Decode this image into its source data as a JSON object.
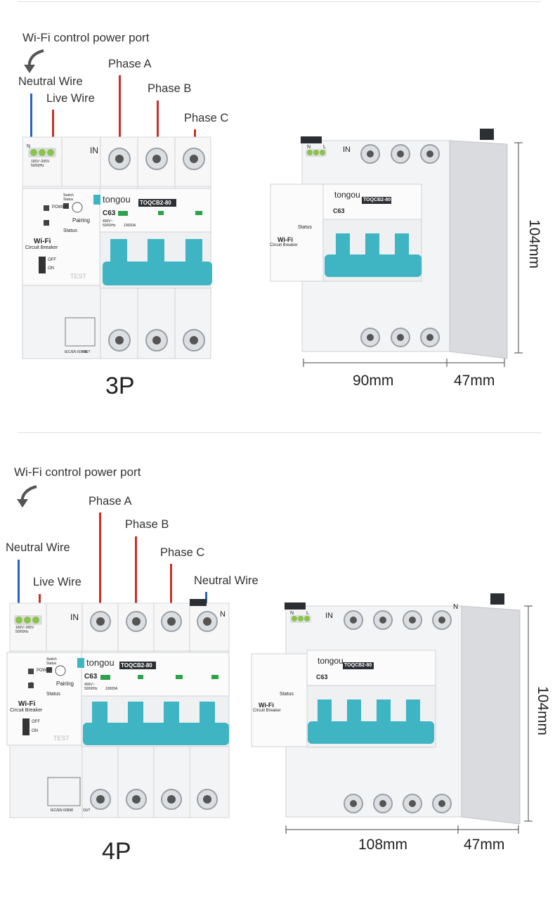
{
  "panel_3p": {
    "port_label": "Wi-Fi control power port",
    "neutral_label": "Neutral Wire",
    "live_label": "Live Wire",
    "phase_a": "Phase A",
    "phase_b": "Phase B",
    "phase_c": "Phase C",
    "title": "3P",
    "width": "90mm",
    "depth": "47mm",
    "height": "104mm"
  },
  "panel_4p": {
    "port_label": "Wi-Fi control power port",
    "neutral_label": "Neutral Wire",
    "live_label": "Live Wire",
    "phase_a": "Phase A",
    "phase_b": "Phase B",
    "phase_c": "Phase C",
    "neutral_label_right": "Neutral Wire",
    "title": "4P",
    "width": "108mm",
    "depth": "47mm",
    "height": "104mm"
  },
  "device": {
    "brand": "tongou",
    "model": "TOQCB2-80",
    "rating": "C63",
    "power": "POWER",
    "switch_status": "Switch Status",
    "pairing": "Pairing",
    "status": "Status",
    "wifi": "Wi-Fi",
    "circuit_breaker": "Circuit Breaker",
    "off": "OFF",
    "on": "ON",
    "in": "IN",
    "out": "OUT",
    "voltage": "400V~ 50/60Hz",
    "breaking": "10000A",
    "input_spec": "165V~265V 50/60Hz",
    "standard": "IEC/EN 60898",
    "test": "TEST",
    "neutral_n": "N",
    "live_l": "L"
  },
  "colors": {
    "live_wire": "#c9302c",
    "neutral_wire": "#2962c4",
    "handle": "#3fb4c3"
  }
}
